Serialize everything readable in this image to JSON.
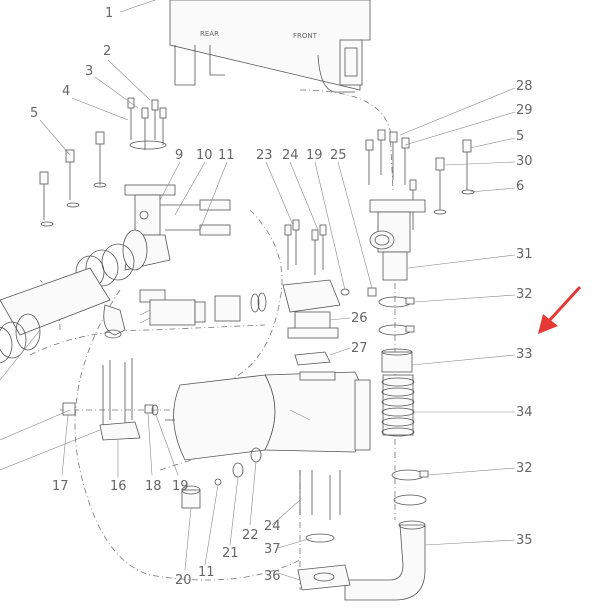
{
  "diagram": {
    "callouts": [
      "1",
      "2",
      "3",
      "4",
      "5",
      "9",
      "10",
      "11",
      "23",
      "24",
      "19",
      "25",
      "28",
      "29",
      "5",
      "30",
      "6",
      "31",
      "32",
      "26",
      "33",
      "27",
      "34",
      "17",
      "16",
      "18",
      "19",
      "32",
      "22",
      "24",
      "21",
      "11",
      "37",
      "20",
      "36",
      "35"
    ],
    "housing_marks": [
      "REAR",
      "FRONT"
    ],
    "arrow_color": "#e53935",
    "line_color": "#555555"
  }
}
